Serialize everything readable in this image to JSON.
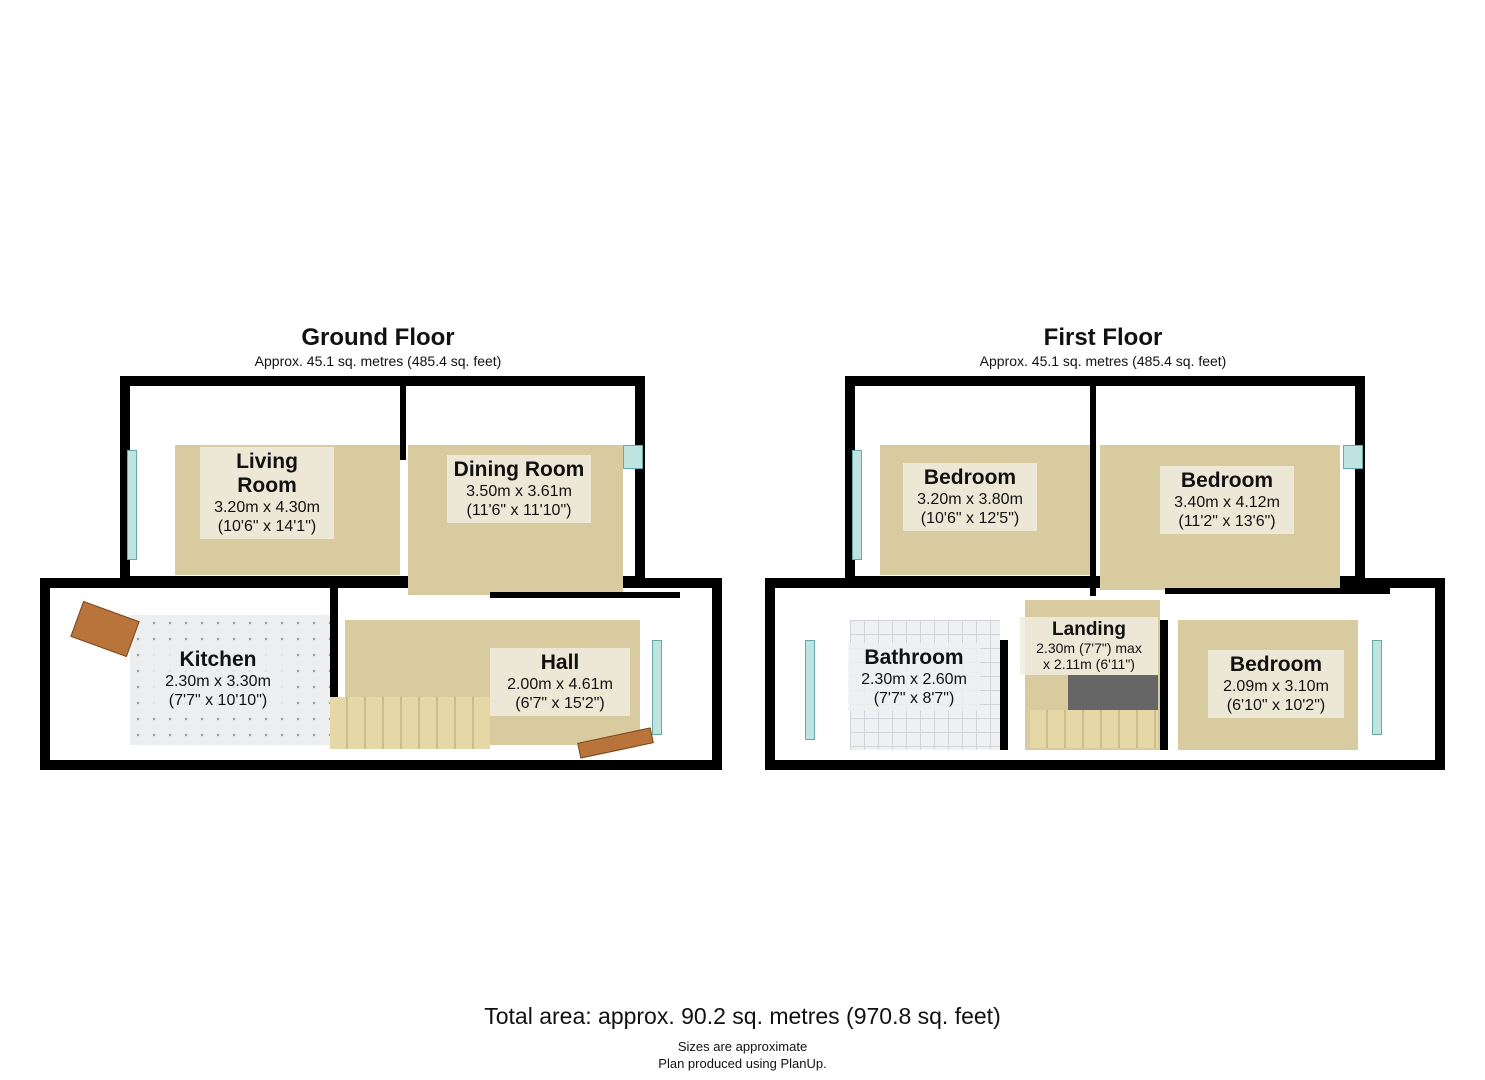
{
  "ground_floor": {
    "title": "Ground Floor",
    "area": "Approx. 45.1 sq. metres (485.4 sq. feet)",
    "rooms": [
      {
        "name": "Living Room",
        "metric": "3.20m x 4.30m",
        "imperial": "(10'6\" x 14'1\")"
      },
      {
        "name": "Dining Room",
        "metric": "3.50m x 3.61m",
        "imperial": "(11'6\" x 11'10\")"
      },
      {
        "name": "Kitchen",
        "metric": "2.30m x 3.30m",
        "imperial": "(7'7\" x 10'10\")"
      },
      {
        "name": "Hall",
        "metric": "2.00m x 4.61m",
        "imperial": "(6'7\" x 15'2\")"
      }
    ]
  },
  "first_floor": {
    "title": "First Floor",
    "area": "Approx. 45.1 sq. metres (485.4 sq. feet)",
    "rooms": [
      {
        "name": "Bedroom",
        "metric": "3.20m x 3.80m",
        "imperial": "(10'6\" x 12'5\")"
      },
      {
        "name": "Bedroom",
        "metric": "3.40m x 4.12m",
        "imperial": "(11'2\" x 13'6\")"
      },
      {
        "name": "Bathroom",
        "metric": "2.30m x 2.60m",
        "imperial": "(7'7\" x 8'7\")"
      },
      {
        "name": "Landing",
        "metric": "2.30m (7'7\") max",
        "imperial": "x 2.11m (6'11\")"
      },
      {
        "name": "Bedroom",
        "metric": "2.09m x 3.10m",
        "imperial": "(6'10\" x 10'2\")"
      }
    ]
  },
  "footer": {
    "total": "Total area: approx. 90.2 sq. metres (970.8 sq. feet)",
    "note1": "Sizes are approximate",
    "note2": "Plan produced using PlanUp."
  }
}
